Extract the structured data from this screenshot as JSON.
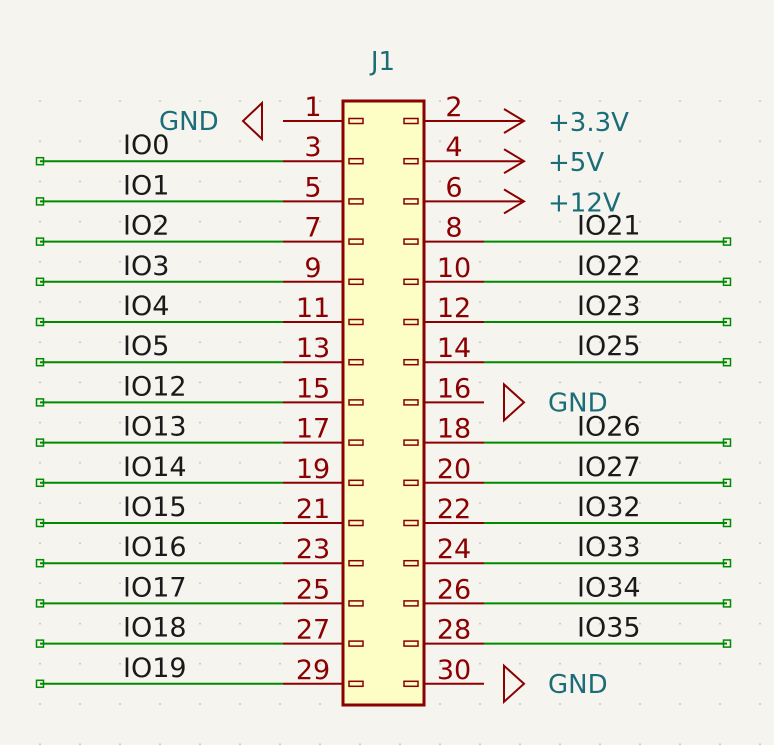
{
  "component": {
    "reference": "J1",
    "body_fill": "#fdfdc6",
    "body_stroke": "#8b0000"
  },
  "colors": {
    "wire": "#008a00",
    "pin": "#8b0000",
    "power": "#8b0000",
    "power_text": "#1b6e78",
    "net_text": "#1a1a1a",
    "background": "#f5f4ef"
  },
  "left_pins": [
    {
      "number": "1",
      "net": "GND",
      "kind": "ground"
    },
    {
      "number": "3",
      "net": "IO0",
      "kind": "net"
    },
    {
      "number": "5",
      "net": "IO1",
      "kind": "net"
    },
    {
      "number": "7",
      "net": "IO2",
      "kind": "net"
    },
    {
      "number": "9",
      "net": "IO3",
      "kind": "net"
    },
    {
      "number": "11",
      "net": "IO4",
      "kind": "net"
    },
    {
      "number": "13",
      "net": "IO5",
      "kind": "net"
    },
    {
      "number": "15",
      "net": "IO12",
      "kind": "net"
    },
    {
      "number": "17",
      "net": "IO13",
      "kind": "net"
    },
    {
      "number": "19",
      "net": "IO14",
      "kind": "net"
    },
    {
      "number": "21",
      "net": "IO15",
      "kind": "net"
    },
    {
      "number": "23",
      "net": "IO16",
      "kind": "net"
    },
    {
      "number": "25",
      "net": "IO17",
      "kind": "net"
    },
    {
      "number": "27",
      "net": "IO18",
      "kind": "net"
    },
    {
      "number": "29",
      "net": "IO19",
      "kind": "net"
    }
  ],
  "right_pins": [
    {
      "number": "2",
      "net": "+3.3V",
      "kind": "power"
    },
    {
      "number": "4",
      "net": "+5V",
      "kind": "power"
    },
    {
      "number": "6",
      "net": "+12V",
      "kind": "power"
    },
    {
      "number": "8",
      "net": "IO21",
      "kind": "net"
    },
    {
      "number": "10",
      "net": "IO22",
      "kind": "net"
    },
    {
      "number": "12",
      "net": "IO23",
      "kind": "net"
    },
    {
      "number": "14",
      "net": "IO25",
      "kind": "net"
    },
    {
      "number": "16",
      "net": "GND",
      "kind": "ground"
    },
    {
      "number": "18",
      "net": "IO26",
      "kind": "net"
    },
    {
      "number": "20",
      "net": "IO27",
      "kind": "net"
    },
    {
      "number": "22",
      "net": "IO32",
      "kind": "net"
    },
    {
      "number": "24",
      "net": "IO33",
      "kind": "net"
    },
    {
      "number": "26",
      "net": "IO34",
      "kind": "net"
    },
    {
      "number": "28",
      "net": "IO35",
      "kind": "net"
    },
    {
      "number": "30",
      "net": "GND",
      "kind": "ground"
    }
  ]
}
